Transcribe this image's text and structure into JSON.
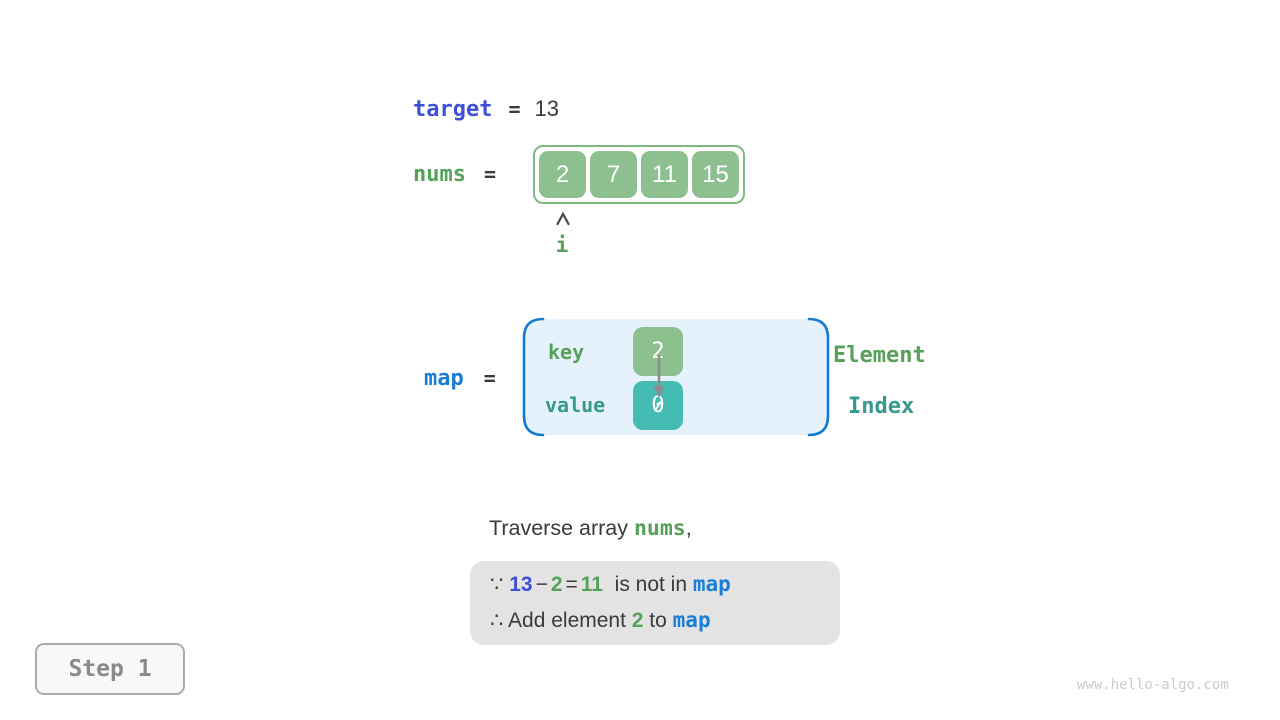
{
  "target_line": {
    "label": "target",
    "equals": "=",
    "value": "13"
  },
  "nums_line": {
    "label": "nums",
    "equals": "=",
    "values": [
      "2",
      "7",
      "11",
      "15"
    ],
    "pointer_label": "i"
  },
  "map_line": {
    "label": "map",
    "equals": "=",
    "key_label": "key",
    "key_value": "2",
    "value_label": "value",
    "value_value": "0",
    "legend_element": "Element",
    "legend_index": "Index"
  },
  "caption": {
    "prefix": "Traverse array ",
    "nums": "nums",
    "comma": ","
  },
  "conclusion": {
    "line1": {
      "because": "∵ ",
      "n13": "13",
      "minus": "−",
      "n2": "2",
      "eq": "=",
      "n11": "11",
      "rest": "  is not in ",
      "map": "map"
    },
    "line2": {
      "therefore": "∴ Add element ",
      "n2": "2",
      "to": " to ",
      "map": "map"
    }
  },
  "step": {
    "label": "Step 1"
  },
  "watermark": "www.hello-algo.com",
  "colors": {
    "green_box": "#8CC08F",
    "green_border": "#7EB982",
    "green_text": "#55A158",
    "teal_box": "#44BCB3",
    "teal_text": "#36998F",
    "blue_mono": "#1B7ED6",
    "indigo": "#3C50DB",
    "map_bg": "#E5F2FB",
    "map_brace": "#1679CE",
    "panel_bg": "#E3E3E3",
    "dark_text": "#3B3B3B",
    "step_text": "#8A8A8A",
    "watermark_text": "#CBCBCB",
    "arrow_gray": "#8C8C8C",
    "caret_dark": "#4A4A4A"
  }
}
